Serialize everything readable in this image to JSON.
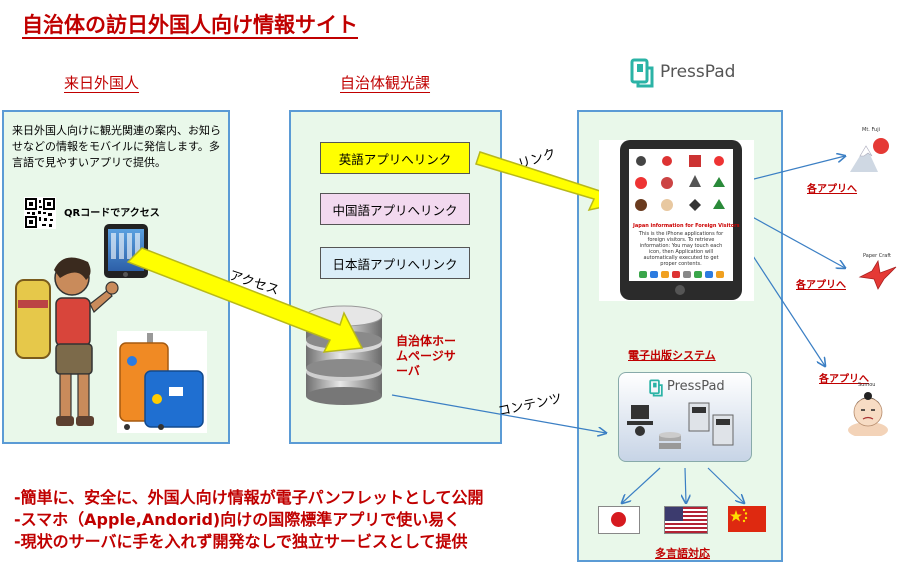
{
  "title": "自治体の訪日外国人向け情報サイト",
  "headers": {
    "visitors": "来日外国人",
    "tourism_dept": "自治体観光課",
    "logo_text": "PressPad"
  },
  "visitor_description": "来日外国人向けに観光関連の案内、お知らせなどの情報をモバイルに発信します。多言語で見やすいアプリで提供。",
  "qr_label": "QRコードでアクセス",
  "link_buttons": [
    "英語アプリへリンク",
    "中国語アプリへリンク",
    "日本語アプリへリンク"
  ],
  "server_label": "自治体ホームページサーバ",
  "arrows": {
    "access": "アクセス",
    "link": "リンク",
    "contents": "コンテンツ"
  },
  "tablet_screen": {
    "heading": "Japan information for Foreign Visitors",
    "body": "This is the iPhone applications for foreign visitors. To retrieve information: You may touch each icon, then Application will automatically executed to get proper contents."
  },
  "publishing_system": "電子出版システム",
  "publishing_logo": "PressPad",
  "apps": [
    {
      "caption": "Mt. Fuji",
      "link": "各アプリへ"
    },
    {
      "caption": "Paper Craft",
      "link": "各アプリへ"
    },
    {
      "caption": "Sumou",
      "link": "各アプリへ"
    }
  ],
  "multilingual": "多言語対応",
  "bullets": [
    "-簡単に、安全に、外国人向け情報が電子パンフレットとして公開",
    "-スマホ（Apple,Andorid)向けの国際標準アプリで使い易く",
    "-現状のサーバに手を入れず開発なしで独立サービスとして提供"
  ],
  "colors": {
    "title_red": "#c00000",
    "panel_green": "#e9f8ea",
    "panel_border": "#5b9bd5",
    "arrow_yellow": "#ffff00",
    "logo_teal": "#2bb3a6"
  }
}
